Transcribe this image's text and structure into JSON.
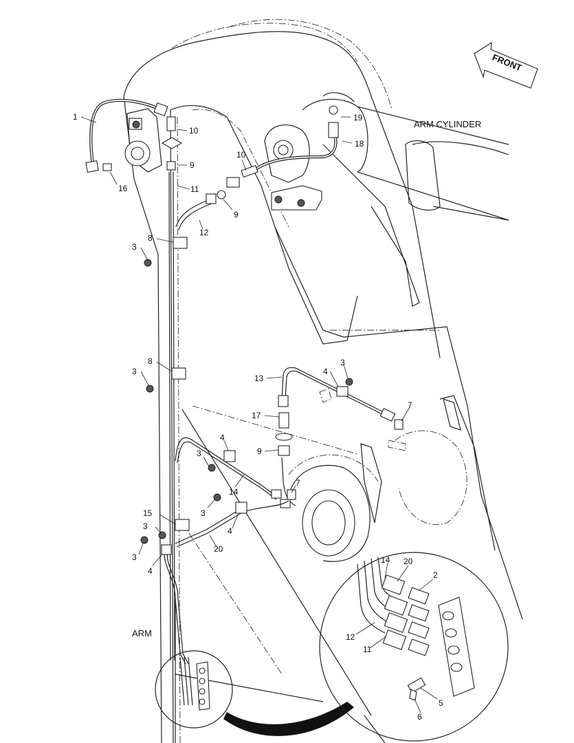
{
  "captions": {
    "front": "FRONT",
    "arm_cylinder": "ARM CYLINDER",
    "arm": "ARM"
  },
  "callouts": [
    {
      "id": "c1",
      "text": "1"
    },
    {
      "id": "c10a",
      "text": "10"
    },
    {
      "id": "c9a",
      "text": "9"
    },
    {
      "id": "c11a",
      "text": "11"
    },
    {
      "id": "c16",
      "text": "16"
    },
    {
      "id": "c10b",
      "text": "10"
    },
    {
      "id": "c9b",
      "text": "9"
    },
    {
      "id": "c12a",
      "text": "12"
    },
    {
      "id": "c19",
      "text": "19"
    },
    {
      "id": "c18",
      "text": "18"
    },
    {
      "id": "c8a",
      "text": "8"
    },
    {
      "id": "c3a",
      "text": "3"
    },
    {
      "id": "c8b",
      "text": "8"
    },
    {
      "id": "c3b",
      "text": "3"
    },
    {
      "id": "c13",
      "text": "13"
    },
    {
      "id": "c4a",
      "text": "4"
    },
    {
      "id": "c3c",
      "text": "3"
    },
    {
      "id": "c7a",
      "text": "7"
    },
    {
      "id": "c17",
      "text": "17"
    },
    {
      "id": "c9c",
      "text": "9"
    },
    {
      "id": "c4b",
      "text": "4"
    },
    {
      "id": "c3d",
      "text": "3"
    },
    {
      "id": "c14a",
      "text": "14"
    },
    {
      "id": "c7b",
      "text": "7"
    },
    {
      "id": "c3e",
      "text": "3"
    },
    {
      "id": "c4c",
      "text": "4"
    },
    {
      "id": "c15",
      "text": "15"
    },
    {
      "id": "c3f",
      "text": "3"
    },
    {
      "id": "c20a",
      "text": "20"
    },
    {
      "id": "c3g",
      "text": "3"
    },
    {
      "id": "c4d",
      "text": "4"
    },
    {
      "id": "c14b",
      "text": "14"
    },
    {
      "id": "c20b",
      "text": "20"
    },
    {
      "id": "c2",
      "text": "2"
    },
    {
      "id": "c12b",
      "text": "12"
    },
    {
      "id": "c11b",
      "text": "11"
    },
    {
      "id": "c5",
      "text": "5"
    },
    {
      "id": "c6",
      "text": "6"
    }
  ]
}
